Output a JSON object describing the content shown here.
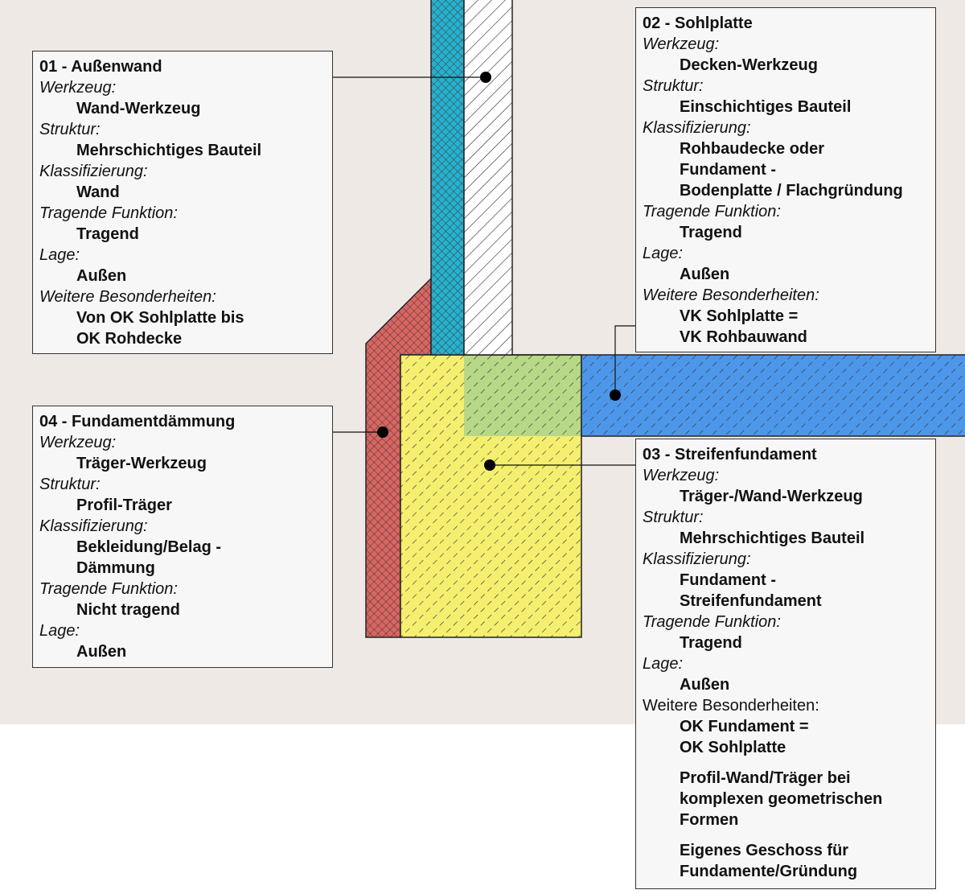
{
  "annotations": [
    {
      "id": "01",
      "title": "01 - Außenwand",
      "rows": [
        {
          "label": "Werkzeug:",
          "values": [
            "Wand-Werkzeug"
          ]
        },
        {
          "label": "Struktur:",
          "values": [
            "Mehrschichtiges Bauteil"
          ]
        },
        {
          "label": "Klassifizierung:",
          "values": [
            "Wand"
          ]
        },
        {
          "label": "Tragende Funktion:",
          "values": [
            "Tragend"
          ]
        },
        {
          "label": "Lage:",
          "values": [
            "Außen"
          ]
        },
        {
          "label": "Weitere Besonderheiten:",
          "values": [
            "Von OK Sohlplatte bis",
            "OK Rohdecke"
          ]
        }
      ]
    },
    {
      "id": "02",
      "title": "02 - Sohlplatte",
      "rows": [
        {
          "label": "Werkzeug:",
          "values": [
            "Decken-Werkzeug"
          ]
        },
        {
          "label": "Struktur:",
          "values": [
            "Einschichtiges Bauteil"
          ]
        },
        {
          "label": "Klassifizierung:",
          "values": [
            "Rohbaudecke oder",
            "Fundament -",
            "Bodenplatte / Flachgründung"
          ]
        },
        {
          "label": "Tragende Funktion:",
          "values": [
            "Tragend"
          ]
        },
        {
          "label": "Lage:",
          "values": [
            "Außen"
          ]
        },
        {
          "label": "Weitere Besonderheiten:",
          "values": [
            "VK Sohlplatte =",
            "VK Rohbauwand"
          ]
        }
      ]
    },
    {
      "id": "03",
      "title": "03 - Streifenfundament",
      "rows": [
        {
          "label": "Werkzeug:",
          "values": [
            "Träger-/Wand-Werkzeug"
          ]
        },
        {
          "label": "Struktur:",
          "values": [
            "Mehrschichtiges Bauteil"
          ]
        },
        {
          "label": "Klassifizierung:",
          "values": [
            "Fundament -",
            "Streifenfundament"
          ]
        },
        {
          "label": "Tragende Funktion:",
          "values": [
            "Tragend"
          ]
        },
        {
          "label": "Lage:",
          "values": [
            "Außen"
          ]
        },
        {
          "label": "Weitere Besonderheiten:",
          "upright": true,
          "values": [
            "OK Fundament =",
            "OK Sohlplatte"
          ]
        }
      ],
      "notes": [
        [
          "Profil-Wand/Träger bei",
          "komplexen geometrischen",
          "Formen"
        ],
        [
          "Eigenes Geschoss für",
          "Fundamente/Gründung"
        ]
      ]
    },
    {
      "id": "04",
      "title": "04 - Fundamentdämmung",
      "rows": [
        {
          "label": "Werkzeug:",
          "values": [
            "Träger-Werkzeug"
          ]
        },
        {
          "label": "Struktur:",
          "values": [
            "Profil-Träger"
          ]
        },
        {
          "label": "Klassifizierung:",
          "values": [
            "Bekleidung/Belag -",
            "Dämmung"
          ]
        },
        {
          "label": "Tragende Funktion:",
          "values": [
            "Nicht tragend"
          ]
        },
        {
          "label": "Lage:",
          "values": [
            "Außen"
          ]
        }
      ]
    }
  ],
  "colors": {
    "background": "#efe9e6",
    "wall_insulation": "#27b1ce",
    "wall_masonry": "#ffffff",
    "slab": "#4d97ea",
    "footing": "#f4ef6f",
    "footing_slab_overlap": "#b7d886",
    "perimeter_insulation": "#d86561",
    "outline": "#222222"
  }
}
